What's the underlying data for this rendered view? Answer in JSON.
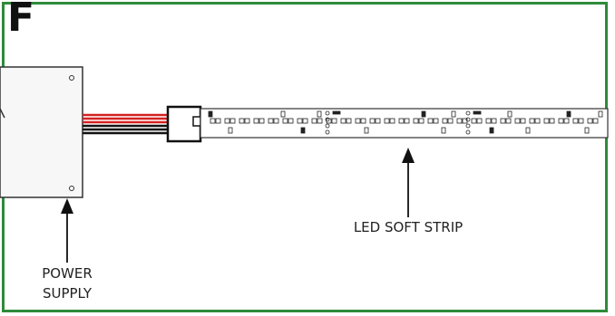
{
  "figure_letter": "F",
  "labels": {
    "strip": "LED SOFT STRIP",
    "power_line1": "POWER",
    "power_line2": "SUPPLY"
  },
  "colors": {
    "frame": "#2e8b3a",
    "wire_red": "#d42020",
    "wire_black": "#111111",
    "outline": "#333333"
  }
}
